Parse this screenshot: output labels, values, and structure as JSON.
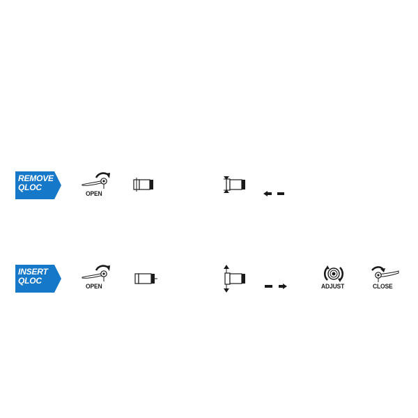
{
  "colors": {
    "badge_blue": "#1678c8",
    "ink": "#1a1a1a"
  },
  "remove_row": {
    "badge_line1": "REMOVE",
    "badge_line2": "QLOC",
    "steps": [
      {
        "icon": "lever-open-icon",
        "caption": "OPEN"
      },
      {
        "icon": "axle-end-icon",
        "caption": ""
      },
      {
        "icon": "axle-compress-icon",
        "caption": ""
      },
      {
        "icon": "pull-out-arrow-icon",
        "caption": ""
      }
    ]
  },
  "insert_row": {
    "badge_line1": "INSERT",
    "badge_line2": "QLOC",
    "steps": [
      {
        "icon": "lever-open-icon",
        "caption": "OPEN"
      },
      {
        "icon": "axle-end-icon",
        "caption": ""
      },
      {
        "icon": "axle-expand-icon",
        "caption": ""
      },
      {
        "icon": "push-in-arrow-icon",
        "caption": ""
      },
      {
        "icon": "adjust-knob-icon",
        "caption": "ADJUST"
      },
      {
        "icon": "lever-close-icon",
        "caption": "CLOSE"
      }
    ]
  }
}
